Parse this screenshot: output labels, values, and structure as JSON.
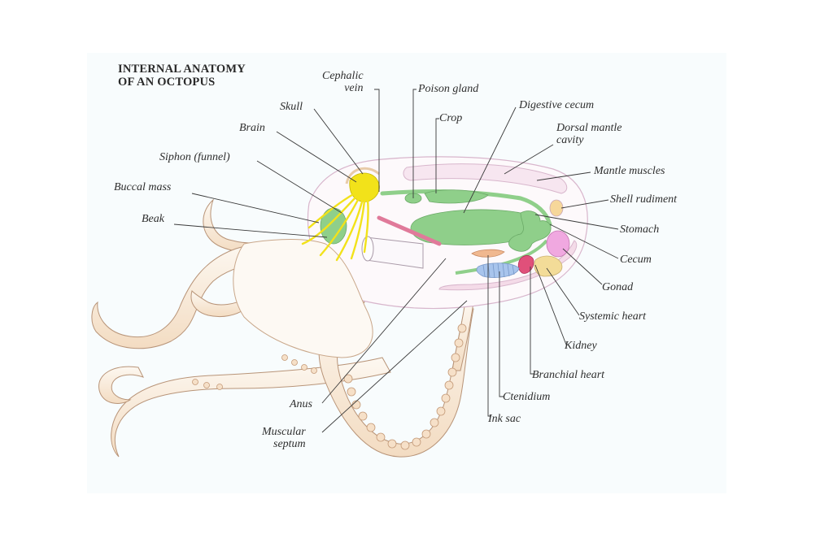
{
  "figure": {
    "title_line1": "INTERNAL ANATOMY",
    "title_line2": "OF AN OCTOPUS",
    "background_color": "#f8fcfd"
  },
  "labels": {
    "cephalic_vein_1": "Cephalic",
    "cephalic_vein_2": "vein",
    "poison_gland": "Poison gland",
    "skull": "Skull",
    "crop": "Crop",
    "digestive_cecum": "Digestive cecum",
    "dorsal_mantle_cavity_1": "Dorsal mantle",
    "dorsal_mantle_cavity_2": "cavity",
    "brain": "Brain",
    "siphon": "Siphon (funnel)",
    "mantle_muscles": "Mantle muscles",
    "buccal_mass": "Buccal mass",
    "shell_rudiment": "Shell rudiment",
    "beak": "Beak",
    "stomach": "Stomach",
    "cecum": "Cecum",
    "gonad": "Gonad",
    "systemic_heart": "Systemic heart",
    "kidney": "Kidney",
    "branchial_heart": "Branchial heart",
    "ctenidium": "Ctenidium",
    "anus": "Anus",
    "ink_sac": "Ink sac",
    "muscular_septum_1": "Muscular",
    "muscular_septum_2": "septum"
  },
  "colors": {
    "brain_nerves": "#f2e21a",
    "digestive_green": "#8fcf8a",
    "gonad_pink": "#f0a8e0",
    "heart_red": "#e0507a",
    "kidney_yellow": "#f3dc98",
    "ctenidium_blue": "#a8c4ec",
    "poison_duct": "#e07a9a",
    "ink_sac_orange": "#f0b890",
    "mantle_outline": "#e8bcd8",
    "body_cream": "#fbf1e4",
    "body_outline": "#c9a78a",
    "sucker": "#e6c7a6"
  }
}
